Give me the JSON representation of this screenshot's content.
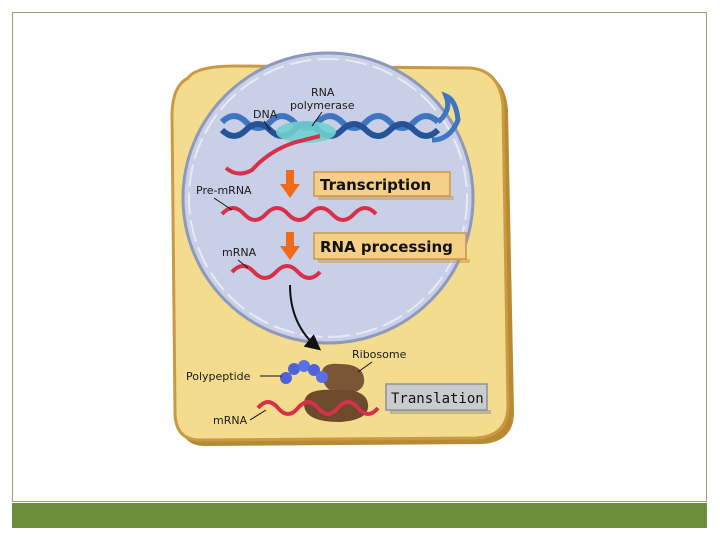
{
  "labels": {
    "dna": "DNA",
    "rna_polymerase_line1": "RNA",
    "rna_polymerase_line2": "polymerase",
    "pre_mrna": "Pre-mRNA",
    "mrna_nucleus": "mRNA",
    "ribosome": "Ribosome",
    "polypeptide": "Polypeptide",
    "mrna_cytoplasm": "mRNA"
  },
  "processes": {
    "transcription": "Transcription",
    "rna_processing": "RNA processing",
    "translation": "Translation"
  },
  "colors": {
    "cytoplasm": "#f3dc8e",
    "cell_border": "#c99a43",
    "nucleus": "#c9cfe6",
    "nucleus_border": "#8e97bc",
    "dna": "#3f76c2",
    "mrna": "#d6304a",
    "arrow": "#f06a1a",
    "process_box": "#f6cf86",
    "translation_box": "#c9cbcd",
    "ribosome": "#7b5636",
    "polypeptide": "#4e63d8",
    "footer": "#6b8e3a"
  }
}
